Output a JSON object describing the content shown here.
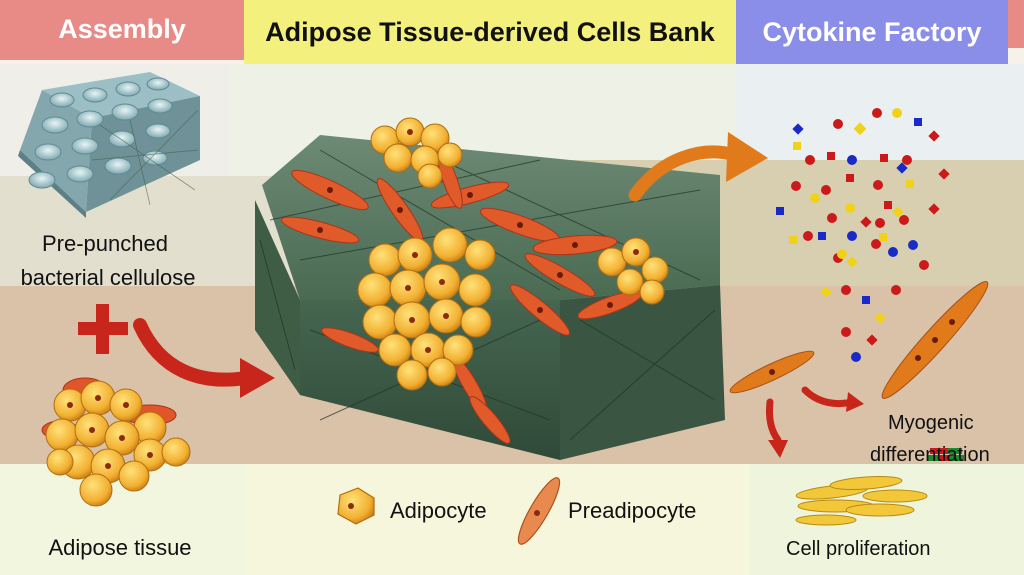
{
  "headers": {
    "left": "Assembly",
    "center": "Adipose Tissue-derived Cells Bank",
    "right": "Cytokine Factory"
  },
  "labels": {
    "bc_line1": "Pre-punched",
    "bc_line2": "bacterial cellulose",
    "adipose_tissue": "Adipose tissue",
    "legend_adipocyte": "Adipocyte",
    "legend_preadipocyte": "Preadipocyte",
    "myogenic_line1": "Myogenic",
    "myogenic_line2": "differentiation",
    "cell_proliferation": "Cell proliferation"
  },
  "colors": {
    "header_left": "#e88a86",
    "header_center": "#f4f07e",
    "header_right": "#8a8ee8",
    "plus": "#c8261a",
    "arrow_red": "#c8261a",
    "arrow_orange": "#e07a1a",
    "adipocyte": "#f0b030",
    "preadipocyte": "#e05a2a",
    "scaffold": "#3f5d45"
  }
}
